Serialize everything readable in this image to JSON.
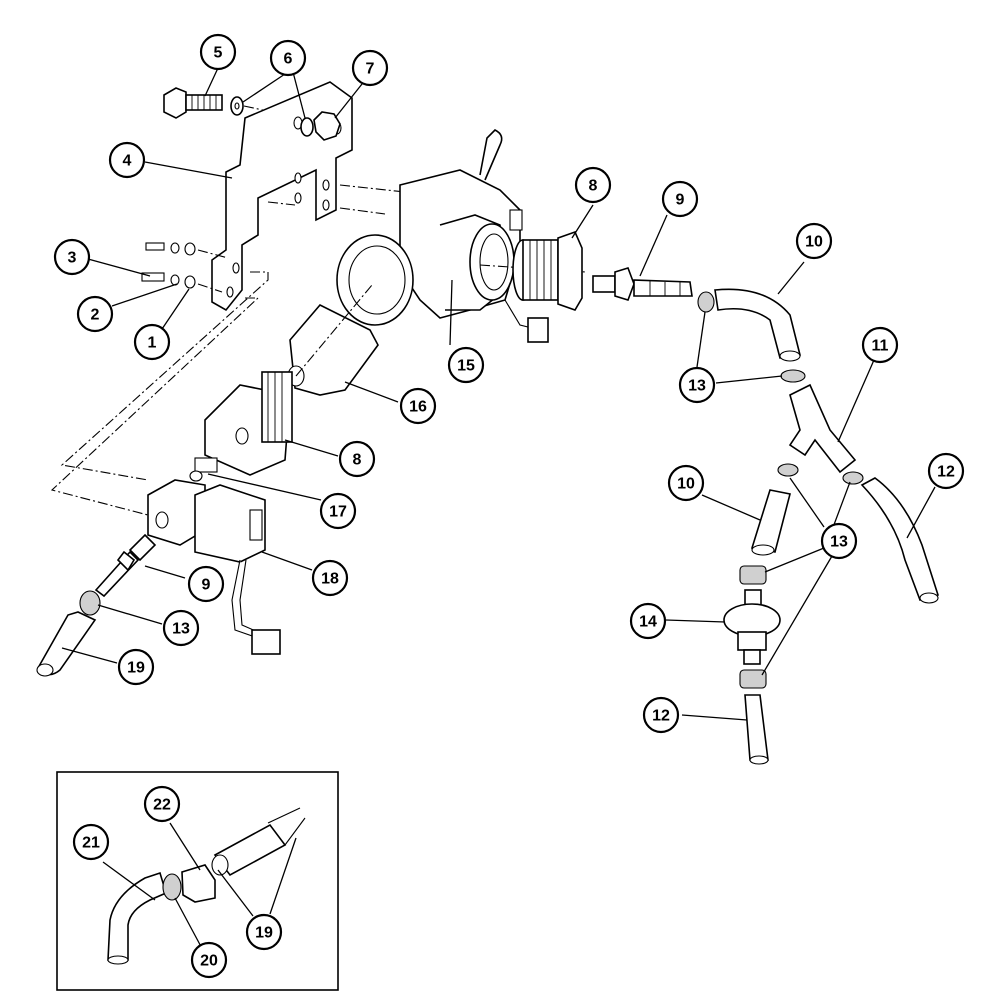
{
  "diagram": {
    "type": "exploded-parts-view",
    "callouts": [
      {
        "id": "c1",
        "label": "1"
      },
      {
        "id": "c2",
        "label": "2"
      },
      {
        "id": "c3",
        "label": "3"
      },
      {
        "id": "c4",
        "label": "4"
      },
      {
        "id": "c5",
        "label": "5"
      },
      {
        "id": "c6",
        "label": "6"
      },
      {
        "id": "c7",
        "label": "7"
      },
      {
        "id": "c8a",
        "label": "8"
      },
      {
        "id": "c8b",
        "label": "8"
      },
      {
        "id": "c9a",
        "label": "9"
      },
      {
        "id": "c9b",
        "label": "9"
      },
      {
        "id": "c10a",
        "label": "10"
      },
      {
        "id": "c10b",
        "label": "10"
      },
      {
        "id": "c11",
        "label": "11"
      },
      {
        "id": "c12a",
        "label": "12"
      },
      {
        "id": "c12b",
        "label": "12"
      },
      {
        "id": "c13a",
        "label": "13"
      },
      {
        "id": "c13b",
        "label": "13"
      },
      {
        "id": "c13c",
        "label": "13"
      },
      {
        "id": "c14",
        "label": "14"
      },
      {
        "id": "c15",
        "label": "15"
      },
      {
        "id": "c16",
        "label": "16"
      },
      {
        "id": "c17",
        "label": "17"
      },
      {
        "id": "c18",
        "label": "18"
      },
      {
        "id": "c19a",
        "label": "19"
      },
      {
        "id": "c19b",
        "label": "19"
      },
      {
        "id": "c20",
        "label": "20"
      },
      {
        "id": "c21",
        "label": "21"
      },
      {
        "id": "c22",
        "label": "22"
      }
    ]
  }
}
